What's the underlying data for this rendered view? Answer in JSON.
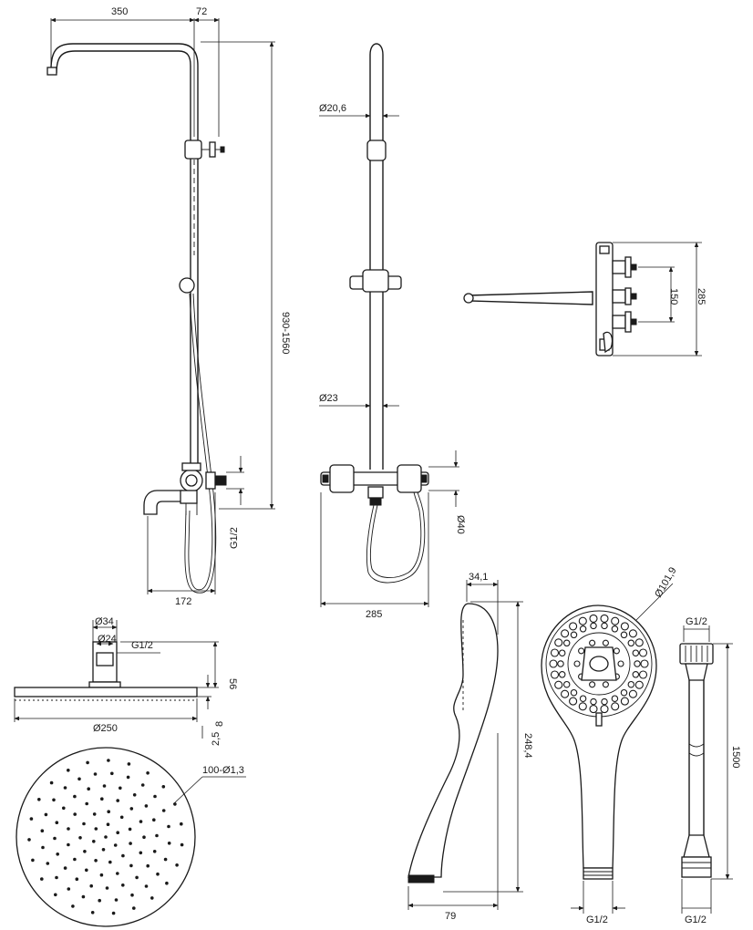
{
  "labels": {
    "col_arm_length": "350",
    "col_arm_offset": "72",
    "col_height_range": "930-1560",
    "col_spout_width": "172",
    "col_inlet_thread": "G1/2",
    "side_top_diameter": "Ø20,6",
    "side_bar_diameter": "Ø23",
    "side_mixer_diameter": "Ø40",
    "side_mixer_width": "285",
    "top_inlet_spacing": "150",
    "top_depth": "285",
    "head_stem_outer": "Ø34",
    "head_stem_inner": "Ø24",
    "head_thread": "G1/2",
    "head_height": "56",
    "head_plate_thickness": "8",
    "head_diameter": "Ø250",
    "head_rim": "2,5",
    "head_nozzles": "100-Ø1,3",
    "hand_top_width": "34,1",
    "hand_length": "248,4",
    "hand_bottom_width": "79",
    "hand_face_diameter": "Ø101,9",
    "hand_thread": "G1/2",
    "hose_top_thread": "G1/2",
    "hose_length": "1500",
    "hose_bottom_thread": "G1/2"
  },
  "colors": {
    "line": "#1a1a1a",
    "background": "#ffffff"
  }
}
